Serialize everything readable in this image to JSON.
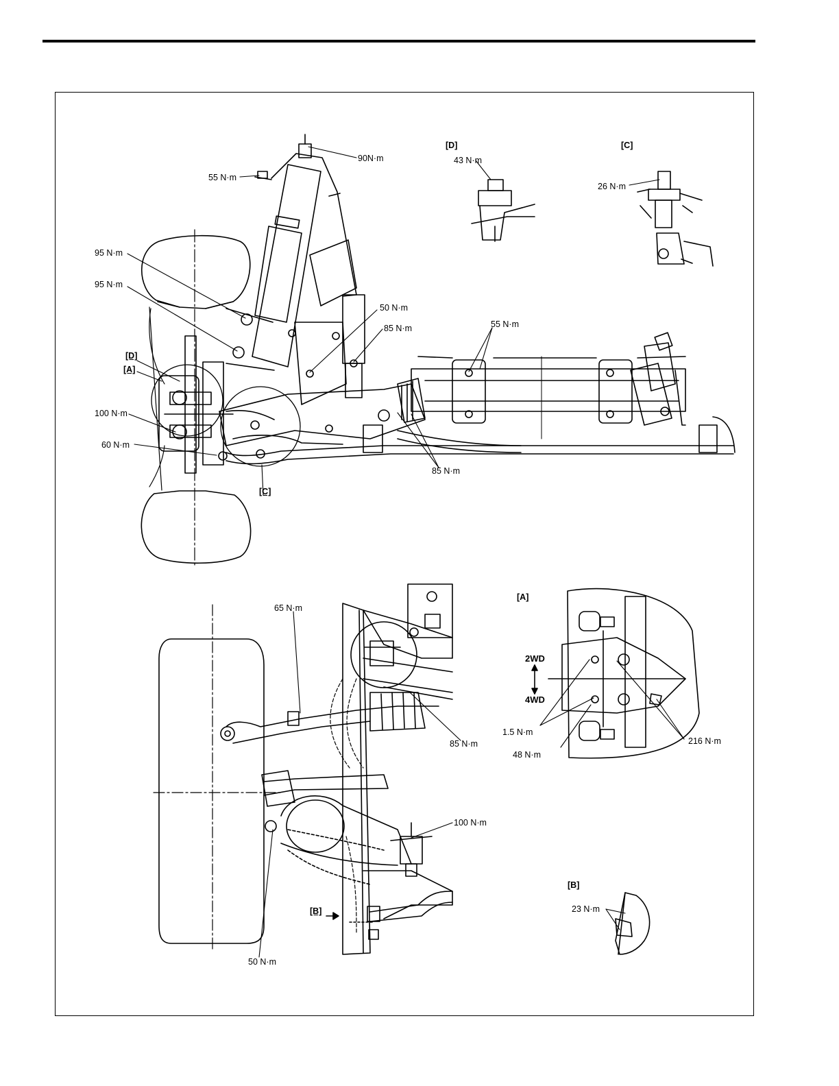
{
  "torque_labels": {
    "t90": "90N·m",
    "t55_top": "55 N·m",
    "t95_upper": "95 N·m",
    "t95_lower": "95 N·m",
    "t50_top": "50 N·m",
    "t85_top": "85 N·m",
    "t55_right": "55 N·m",
    "t100_left": "100 N·m",
    "t60": "60 N·m",
    "t85_bottom": "85 N·m",
    "d_43": "43 N·m",
    "c_26": "26 N·m",
    "b65": "65 N·m",
    "b85": "85 N·m",
    "b100": "100 N·m",
    "b50": "50 N·m",
    "a_15": "1.5 N·m",
    "a_48": "48 N·m",
    "a_216": "216 N·m",
    "b_23": "23 N·m"
  },
  "detail_tags": {
    "d_header": "[D]",
    "c_header": "[C]",
    "a_header": "[A]",
    "b_header": "[B]",
    "d_ref": "[D]",
    "a_ref": "[A]",
    "c_ref": "[C]",
    "b_ref": "[B]"
  },
  "drive_labels": {
    "two_wd": "2WD",
    "four_wd": "4WD"
  }
}
